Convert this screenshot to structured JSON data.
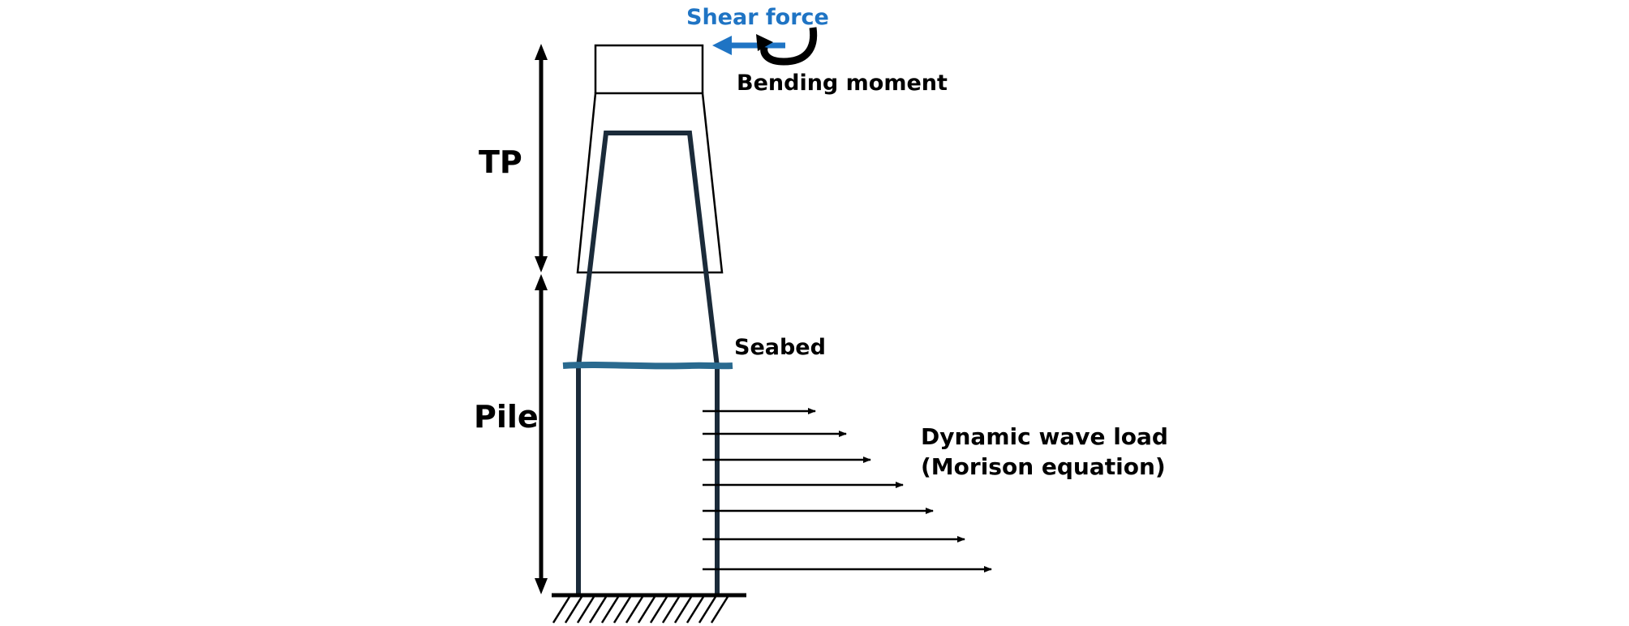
{
  "labels": {
    "shear_force": "Shear force",
    "bending_moment": "Bending moment",
    "tp": "TP",
    "pile": "Pile",
    "seabed": "Seabed",
    "wave_load_line1": "Dynamic wave load",
    "wave_load_line2": "(Morison equation)"
  },
  "colors": {
    "shear_force": "#1f74c4",
    "seabed": "#2a6a8f",
    "structure": "#1b2b3a",
    "outline": "#000000"
  }
}
